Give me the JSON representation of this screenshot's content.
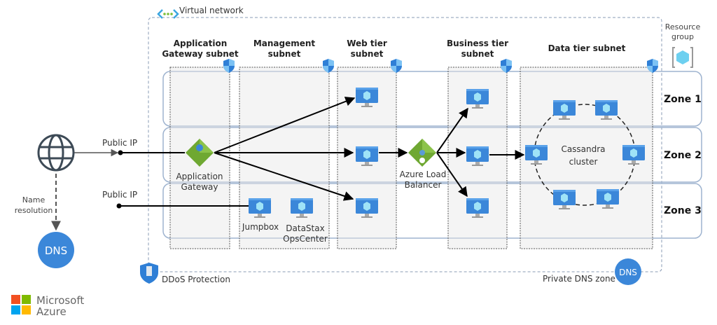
{
  "virtual_network": {
    "label": "Virtual network"
  },
  "resource_group": {
    "lines": [
      "Resource",
      "group"
    ]
  },
  "subnets": [
    {
      "lines": [
        "Application",
        "Gateway subnet"
      ]
    },
    {
      "lines": [
        "Management",
        "subnet"
      ]
    },
    {
      "lines": [
        "Web tier",
        "subnet"
      ]
    },
    {
      "lines": [
        "Business tier",
        "subnet"
      ]
    },
    {
      "lines": [
        "Data tier subnet"
      ]
    }
  ],
  "zones": [
    "Zone 1",
    "Zone 2",
    "Zone 3"
  ],
  "public_ip_1": "Public IP",
  "public_ip_2": "Public IP",
  "name_resolution": [
    "Name",
    "resolution"
  ],
  "dns": "DNS",
  "app_gateway": [
    "Application",
    "Gateway"
  ],
  "load_balancer": [
    "Azure Load",
    "Balancer"
  ],
  "jumpbox": "Jumpbox",
  "opscenter": [
    "DataStax",
    "OpsCenter"
  ],
  "cassandra": [
    "Cassandra",
    "cluster"
  ],
  "ddos": "DDoS Protection",
  "private_dns": {
    "label": "Private DNS zone",
    "icon_text": "DNS"
  },
  "logo": {
    "lines": [
      "Microsoft",
      "Azure"
    ],
    "colors": [
      "#f25022",
      "#7fba00",
      "#00a4ef",
      "#ffb900"
    ]
  },
  "colors": {
    "vm": "#3b87d9",
    "gateway": "#6fa832",
    "shield": "#2f7fd6",
    "zone_border": "#9eb3cf",
    "dns": "#3b87d9"
  }
}
